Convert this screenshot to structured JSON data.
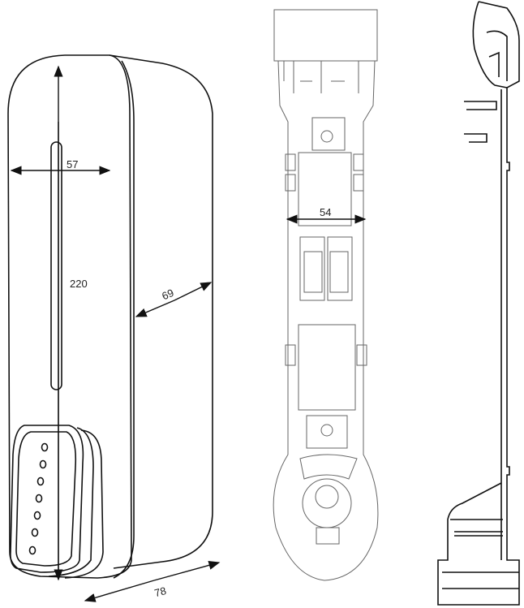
{
  "dimensions": {
    "front_width": "57",
    "height": "220",
    "depth": "69",
    "bottom_depth": "78",
    "bracket_width": "54"
  },
  "colors": {
    "line": "#111111",
    "light_line": "#666666",
    "background": "#ffffff"
  }
}
